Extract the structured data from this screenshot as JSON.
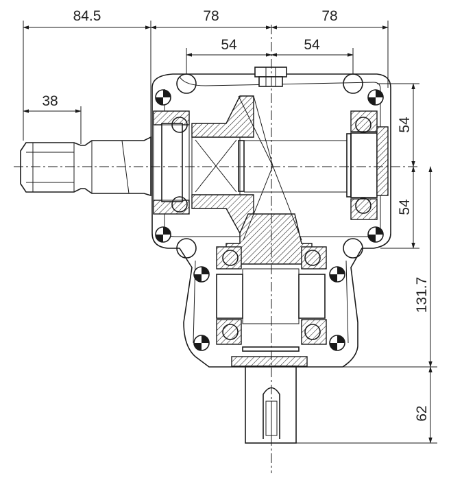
{
  "dimensions": {
    "input_shaft_length": "84.5",
    "housing_left_half": "78",
    "housing_right_half": "78",
    "bolt_spacing_left": "54",
    "bolt_spacing_right": "54",
    "spline_length": "38",
    "bolt_spacing_upper": "54",
    "bolt_spacing_lower": "54",
    "axis_to_output_flange": "131.7",
    "output_shaft_length": "62"
  },
  "colors": {
    "line": "#1a1a1a",
    "background": "#ffffff",
    "text": "#222222"
  }
}
